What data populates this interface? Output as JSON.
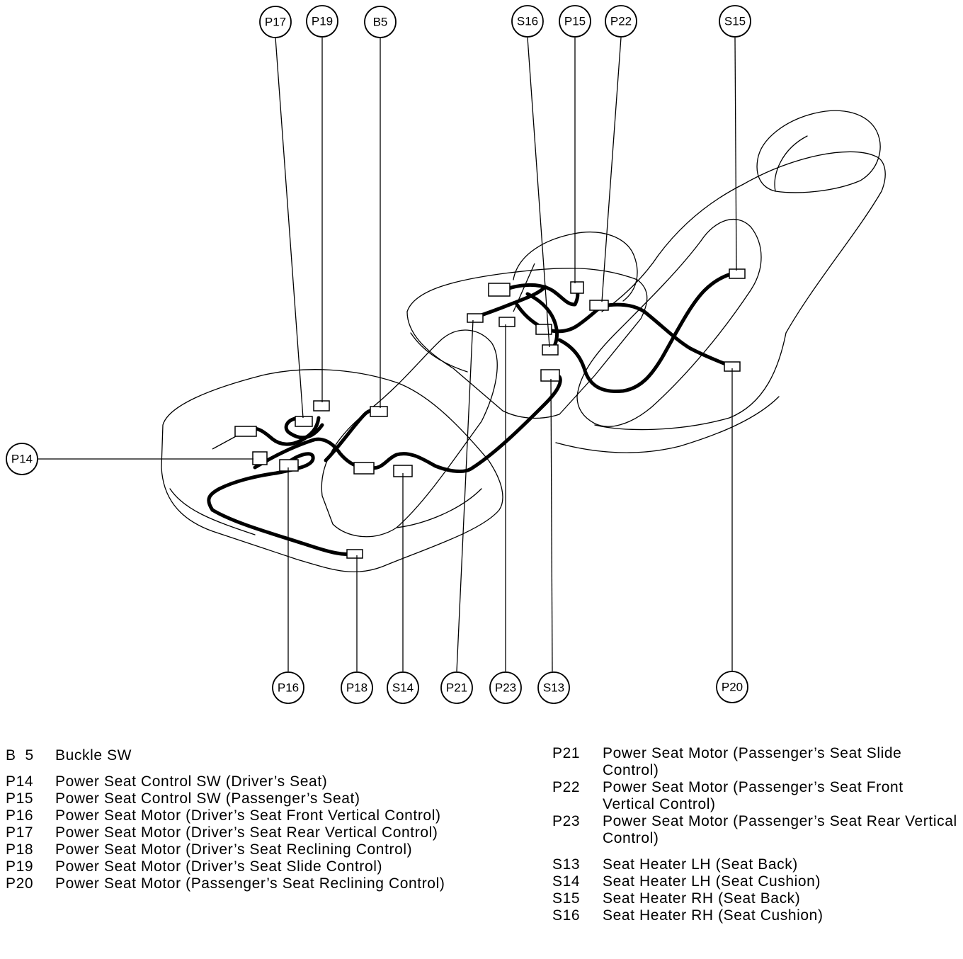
{
  "callouts": [
    "P17",
    "P19",
    "B5",
    "S16",
    "P15",
    "P22",
    "S15",
    "P14",
    "P16",
    "P18",
    "S14",
    "P21",
    "P23",
    "S13",
    "P20"
  ],
  "legend_left": [
    {
      "code": "B  5",
      "desc": "Buckle SW"
    },
    {
      "code": "P14",
      "desc": "Power Seat Control SW (Driver’s Seat)"
    },
    {
      "code": "P15",
      "desc": "Power Seat Control SW (Passenger’s Seat)"
    },
    {
      "code": "P16",
      "desc": "Power Seat Motor (Driver’s Seat Front Vertical Control)"
    },
    {
      "code": "P17",
      "desc": "Power Seat Motor (Driver’s Seat Rear Vertical Control)"
    },
    {
      "code": "P18",
      "desc": "Power Seat Motor (Driver’s Seat Reclining Control)"
    },
    {
      "code": "P19",
      "desc": "Power Seat Motor (Driver’s Seat Slide Control)"
    },
    {
      "code": "P20",
      "desc": "Power Seat Motor (Passenger’s Seat Reclining Control)"
    }
  ],
  "legend_right": [
    {
      "code": "P21",
      "desc": "Power Seat Motor (Passenger’s Seat Slide Control)"
    },
    {
      "code": "P22",
      "desc": "Power Seat Motor (Passenger’s Seat Front Vertical Control)"
    },
    {
      "code": "P23",
      "desc": "Power Seat Motor (Passenger’s Seat Rear Vertical Control)"
    },
    {
      "code": "S13",
      "desc": "Seat Heater LH (Seat Back)"
    },
    {
      "code": "S14",
      "desc": "Seat Heater LH (Seat Cushion)"
    },
    {
      "code": "S15",
      "desc": "Seat Heater RH (Seat Back)"
    },
    {
      "code": "S16",
      "desc": "Seat Heater RH (Seat Cushion)"
    }
  ]
}
